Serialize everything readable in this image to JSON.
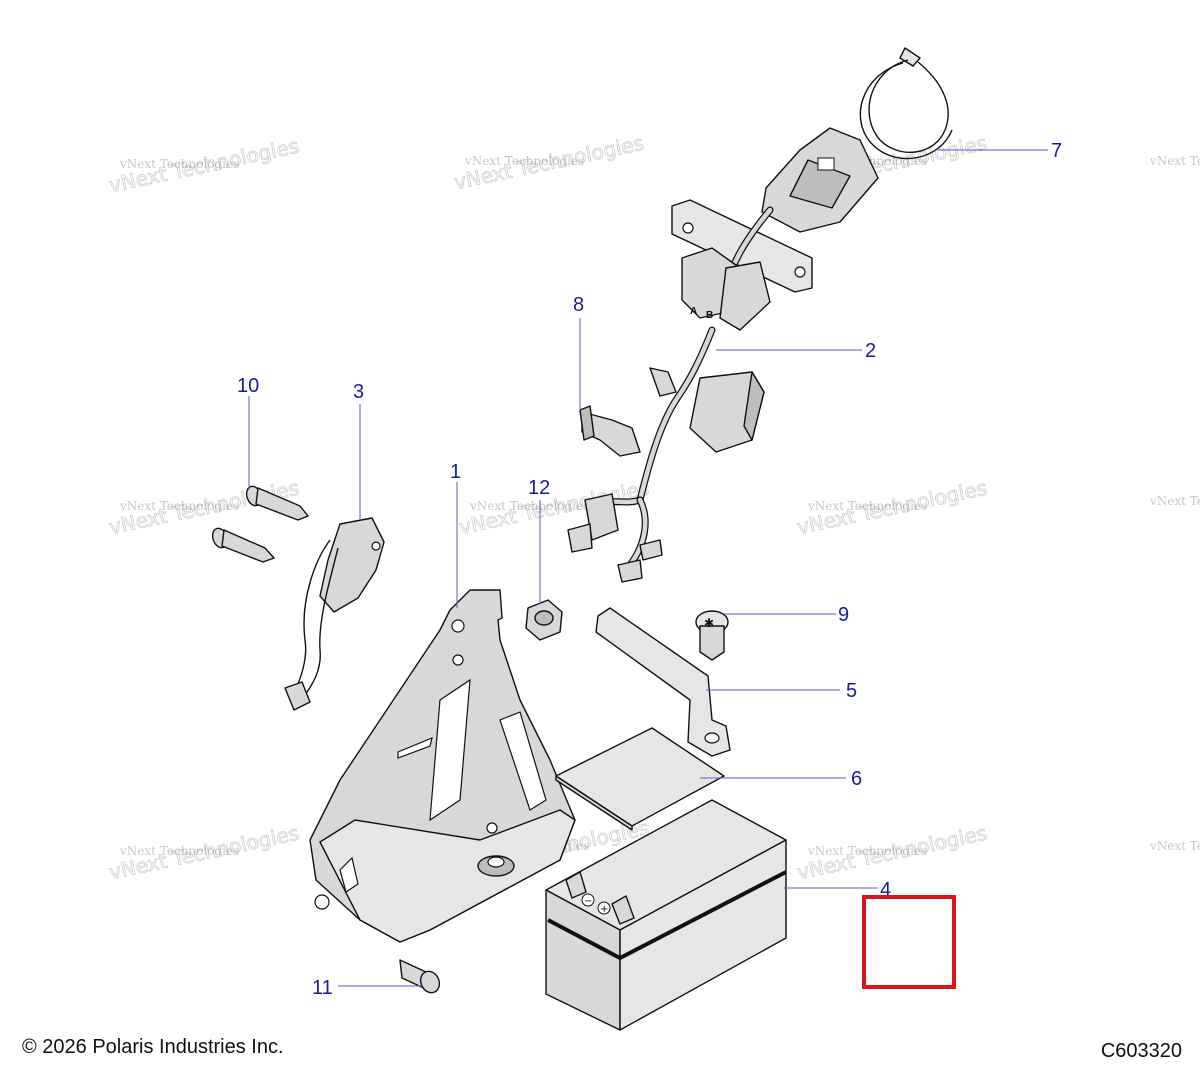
{
  "watermark": {
    "line1": "vNext Technologies",
    "line2": "vNext Technologies"
  },
  "callouts": [
    {
      "id": "1",
      "label": "1"
    },
    {
      "id": "2",
      "label": "2"
    },
    {
      "id": "3",
      "label": "3"
    },
    {
      "id": "4",
      "label": "4"
    },
    {
      "id": "5",
      "label": "5"
    },
    {
      "id": "6",
      "label": "6"
    },
    {
      "id": "7",
      "label": "7"
    },
    {
      "id": "8",
      "label": "8"
    },
    {
      "id": "9",
      "label": "9"
    },
    {
      "id": "10",
      "label": "10"
    },
    {
      "id": "11",
      "label": "11"
    },
    {
      "id": "12",
      "label": "12"
    }
  ],
  "colors": {
    "callout": "#1a1aa8",
    "highlight": "#d8141c"
  },
  "footer": {
    "copyright": "© 2026 Polaris Industries Inc.",
    "code": "C603320"
  }
}
